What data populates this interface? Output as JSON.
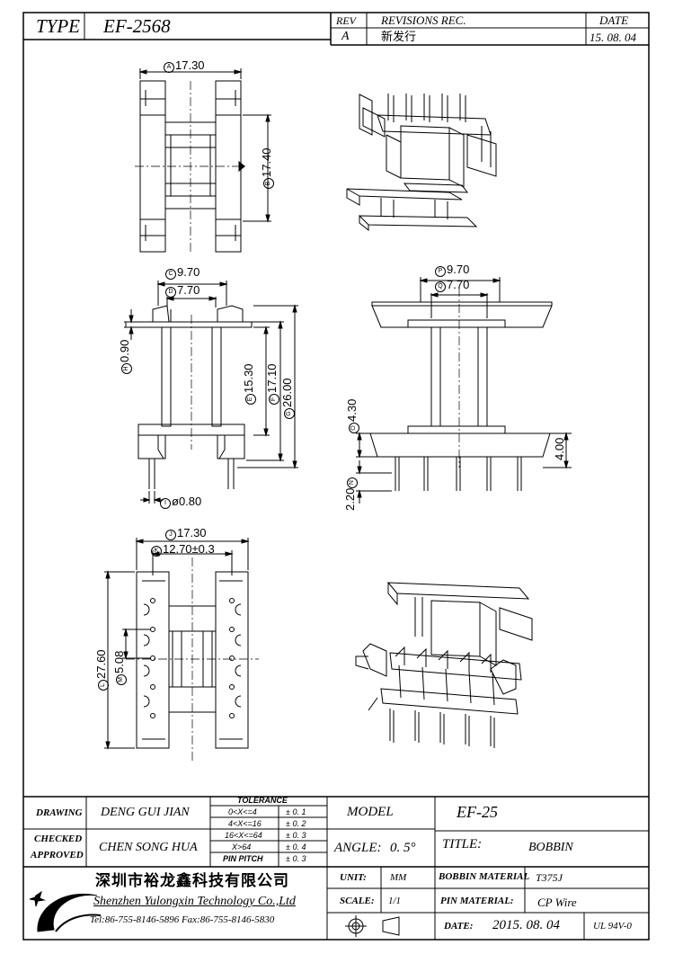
{
  "header": {
    "type_label": "TYPE",
    "type_value": "EF-2568",
    "rev_label": "REV",
    "revisions_label": "REVISIONS REC.",
    "date_label": "DATE",
    "rev_value": "A",
    "revision_text": "新发行",
    "rev_date": "15. 08. 04"
  },
  "dimensions": {
    "a": {
      "letter": "A",
      "value": "17.30"
    },
    "b": {
      "letter": "B",
      "value": "17.40"
    },
    "c": {
      "letter": "C",
      "value": "9.70"
    },
    "d": {
      "letter": "D",
      "value": "7.70"
    },
    "h": {
      "letter": "H",
      "value": "0.90"
    },
    "e": {
      "letter": "E",
      "value": "15.30"
    },
    "f": {
      "letter": "F",
      "value": "17.10"
    },
    "g": {
      "letter": "G",
      "value": "26.00"
    },
    "i": {
      "letter": "I",
      "value": "ø0.80"
    },
    "p": {
      "letter": "P",
      "value": "9.70"
    },
    "q": {
      "letter": "Q",
      "value": "7.70"
    },
    "o": {
      "letter": "O",
      "value": "4.30"
    },
    "side_h": {
      "value": "4.00"
    },
    "n": {
      "letter": "N",
      "value": "2.20"
    },
    "j": {
      "letter": "J",
      "value": "17.30"
    },
    "k": {
      "letter": "K",
      "value": "12.70±0.3"
    },
    "l": {
      "letter": "L",
      "value": "27.60"
    },
    "m": {
      "letter": "M",
      "value": "5.08"
    }
  },
  "title_block": {
    "drawing_label": "DRAWING",
    "drawing_value": "DENG GUI JIAN",
    "checked_label": "CHECKED",
    "approved_label": "APPROVED",
    "checked_value": "CHEN SONG HUA",
    "tolerance_label": "TOLERANCE",
    "tolerances": [
      {
        "range": "0<X<=4",
        "value": "± 0. 1"
      },
      {
        "range": "4<X<=16",
        "value": "± 0. 2"
      },
      {
        "range": "16<X<=64",
        "value": "± 0. 3"
      },
      {
        "range": "X>64",
        "value": "± 0. 4"
      },
      {
        "range": "PIN PITCH",
        "value": "± 0. 3"
      }
    ],
    "model_label": "MODEL",
    "model_value": "EF-25",
    "angle_label": "ANGLE:",
    "angle_value": "0. 5°",
    "title_label": "TITLE:",
    "title_value": "BOBBIN",
    "unit_label": "UNIT:",
    "unit_value": "MM",
    "bobbin_material_label": "BOBBIN MATERIAL",
    "bobbin_material_value": "T375J",
    "scale_label": "SCALE:",
    "scale_value": "1/1",
    "pin_material_label": "PIN MATERIAL:",
    "pin_material_value": "CP Wire",
    "date_label": "DATE:",
    "date_value": "2015. 08. 04",
    "ul_value": "UL 94V-0"
  },
  "company": {
    "name_cn": "深圳市裕龙鑫科技有限公司",
    "name_en": "Shenzhen Yulongxin Technology Co.,Ltd",
    "contact": "Tel:86-755-8146-5896  Fax:86-755-8146-5830"
  }
}
